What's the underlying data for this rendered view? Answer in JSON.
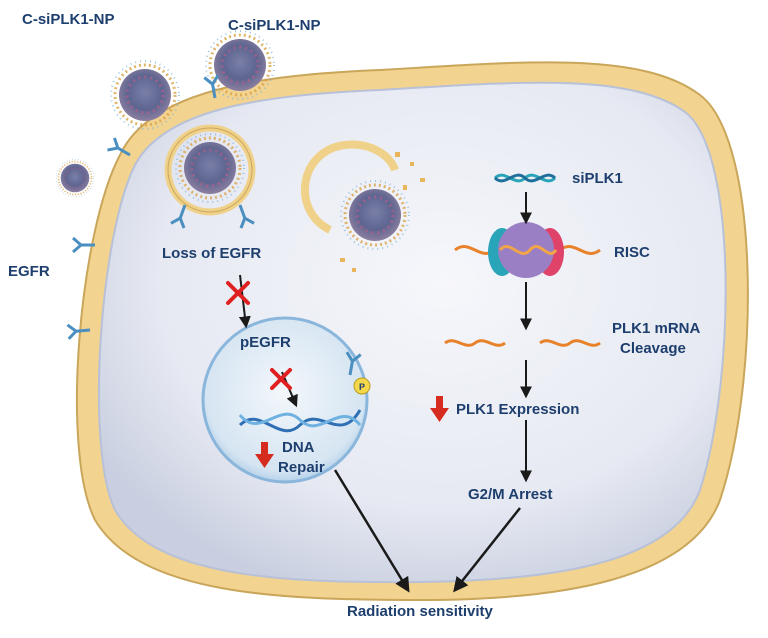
{
  "labels": {
    "np_left": "C-siPLK1-NP",
    "np_right": "C-siPLK1-NP",
    "egfr": "EGFR",
    "loss_of_egfr": "Loss of EGFR",
    "pegfr": "pEGFR",
    "phospho_badge": "P",
    "dna_line1": "DNA",
    "dna_line2": "Repair",
    "siplk1": "siPLK1",
    "risc": "RISC",
    "mrna_line1": "PLK1 mRNA",
    "mrna_line2": "Cleavage",
    "plk1_expression": "PLK1 Expression",
    "g2m_arrest": "G2/M Arrest",
    "radiation": "Radiation sensitivity"
  },
  "colors": {
    "label_text": "#1e3f6e",
    "down_arrow": "#d62b1f",
    "inhibit_cross": "#e02020",
    "membrane": "#f0d18a",
    "cytoplasm": "#eceff7",
    "nucleus": "#dbe9f5",
    "receptor": "#4a8fc0",
    "rna_strand": "#e8822a"
  },
  "icons": [
    "nanoparticle-icon",
    "egfr-receptor-icon",
    "inhibition-cross-icon",
    "down-arrow-icon",
    "dna-helix-icon",
    "risc-complex-icon",
    "phosphate-badge-icon"
  ]
}
